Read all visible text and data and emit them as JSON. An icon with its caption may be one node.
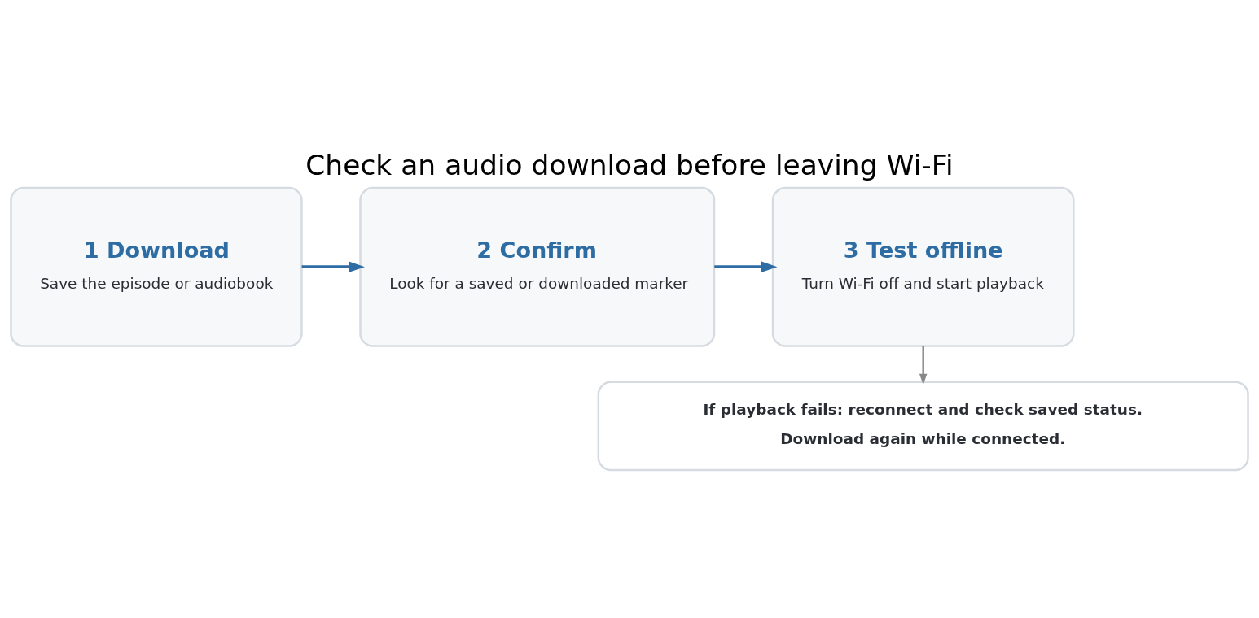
{
  "diagram": {
    "title": "Check an audio download before leaving Wi-Fi",
    "nodes": [
      {
        "text": [
          "1 Download",
          "Save the episode or audiobook"
        ]
      },
      {
        "text": [
          "2 Confirm",
          "Look for a saved or downloaded marker"
        ]
      },
      {
        "text": [
          "3 Test offline",
          "Turn Wi-Fi off and start playback"
        ]
      },
      {
        "text": [
          "If playback fails: reconnect and check saved status.",
          "Download again while connected."
        ]
      }
    ],
    "edges": [
      {
        "from": 0,
        "to": 1,
        "arrow": "to"
      },
      {
        "from": 1,
        "to": 2,
        "arrow": "to"
      },
      {
        "from": 2,
        "to": 3,
        "arrow": "to",
        "color": "#888888"
      }
    ]
  }
}
